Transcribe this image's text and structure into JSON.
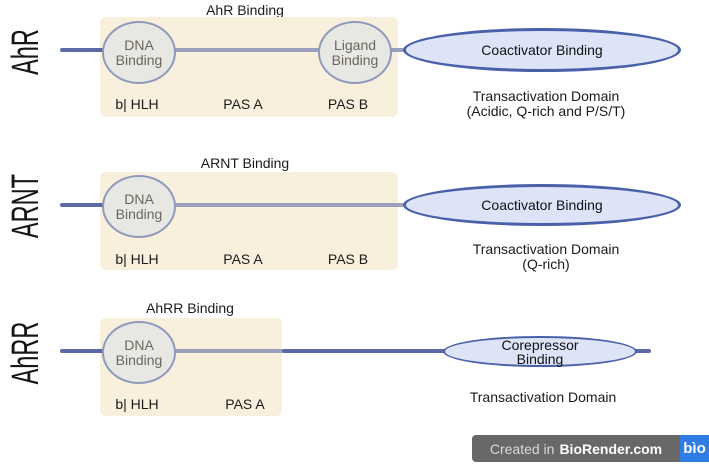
{
  "figure": {
    "description_labels": {
      "dna_binding": "DNA Binding",
      "ligand_binding": "Ligand Binding"
    }
  },
  "rows": [
    {
      "side_label": "AhR",
      "binding_label": "AhR Binding",
      "nodes": [
        {
          "label": "DNA Binding"
        },
        {
          "label": "Ligand Binding"
        }
      ],
      "region_labels": [
        "b| HLH",
        "PAS A",
        "PAS B"
      ],
      "ellipse_label": "Coactivator Binding",
      "caption": [
        "Transactivation Domain",
        "(Acidic, Q-rich and P/S/T)"
      ]
    },
    {
      "side_label": "ARNT",
      "binding_label": "ARNT Binding",
      "nodes": [
        {
          "label": "DNA Binding"
        }
      ],
      "region_labels": [
        "b| HLH",
        "PAS A",
        "PAS B"
      ],
      "ellipse_label": "Coactivator Binding",
      "caption": [
        "Transactivation Domain",
        "(Q-rich)"
      ]
    },
    {
      "side_label": "AhRR",
      "binding_label": "AhRR Binding",
      "nodes": [
        {
          "label": "DNA Binding"
        }
      ],
      "region_labels": [
        "b| HLH",
        "PAS A"
      ],
      "ellipse_label": "Corepressor Binding",
      "caption": [
        "Transactivation Domain"
      ]
    }
  ],
  "watermark": {
    "prefix": "Created in",
    "brand": "BioRender.com",
    "logo": "bìo"
  },
  "colors": {
    "background": "#ffffff",
    "domain_box_fill": "#f8f0dc",
    "backbone_dark": "#5c69a4",
    "backbone_light": "#99a1bd",
    "node_fill": "#e7e7e3",
    "node_border": "#8f99bb",
    "node_text": "#6b675c",
    "ellipse_fill": "#dde4f7",
    "ellipse_border": "#4a61a9",
    "text": "#1b1b1b",
    "watermark_bar": "#686868",
    "watermark_logo_bg": "#2f7ce2",
    "watermark_text": "#ffffff"
  }
}
